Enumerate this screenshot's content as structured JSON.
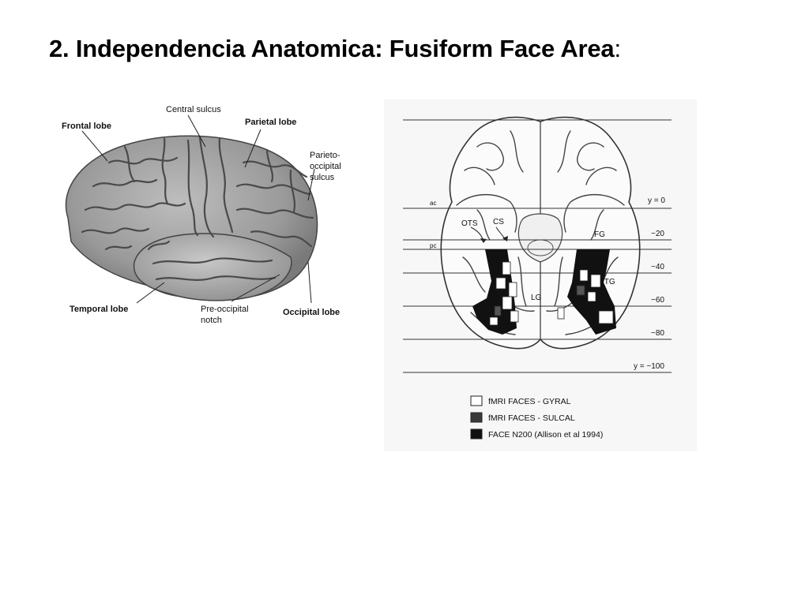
{
  "slide": {
    "title": "2. Independencia Anatomica: Fusiform Face Area",
    "title_suffix": ":"
  },
  "lateral_brain": {
    "labels": {
      "frontal_lobe": "Frontal lobe",
      "central_sulcus": "Central sulcus",
      "parietal_lobe": "Parietal lobe",
      "parieto_occipital_1": "Parieto-",
      "parieto_occipital_2": "occipital",
      "parieto_occipital_3": "sulcus",
      "temporal_lobe": "Temporal lobe",
      "pre_occipital_1": "Pre-occipital",
      "pre_occipital_2": "notch",
      "occipital_lobe": "Occipital lobe"
    }
  },
  "ventral_brain": {
    "labels": {
      "ac": "ac",
      "pc": "pc",
      "ots": "OTS",
      "cs": "CS",
      "fg": "FG",
      "itg": "ITG",
      "lg": "LG"
    },
    "y_levels": [
      "y = 0",
      "−20",
      "−40",
      "−60",
      "−80",
      "y = −100"
    ],
    "legend": [
      {
        "label": "fMRI FACES - GYRAL",
        "fill": "#ffffff"
      },
      {
        "label": "fMRI FACES - SULCAL",
        "fill": "#3a3a3a"
      },
      {
        "label": "FACE N200 (Allison et al 1994)",
        "fill": "#111111"
      }
    ]
  }
}
